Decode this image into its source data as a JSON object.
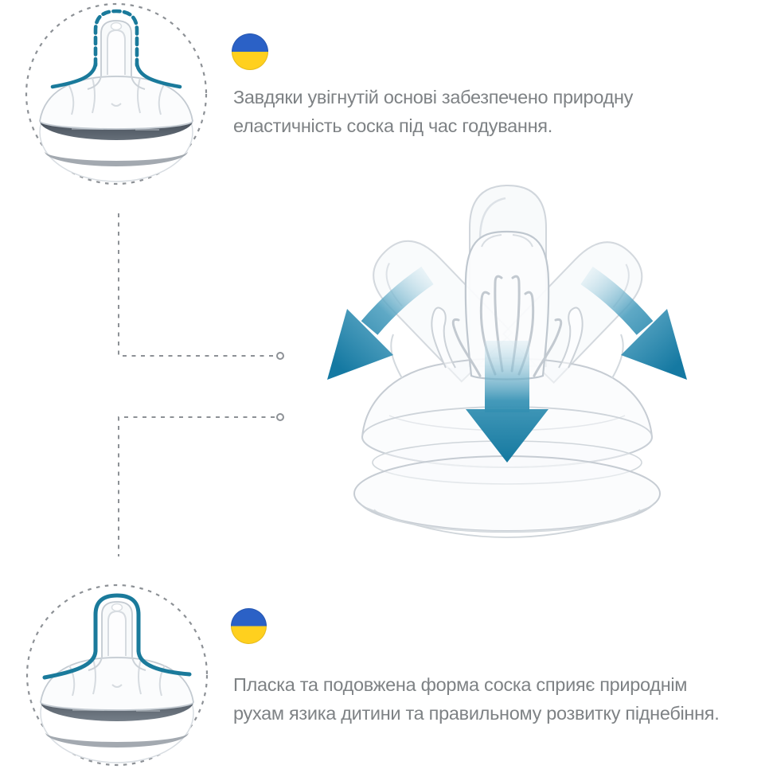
{
  "page": {
    "background": "#ffffff",
    "description": "Baby bottle teat infographic with Ukrainian feature callouts"
  },
  "colors": {
    "teal_accent": "#1A7A9B",
    "arrow_teal": "#1579A2",
    "outline_gray": "#C6CCD3",
    "band_dark": "#49525C",
    "band_light": "#99A0A7",
    "text_gray": "#7E8285",
    "dash_gray": "#8D9196",
    "flag_blue": "#2B61C6",
    "flag_yellow": "#FFD01E"
  },
  "features": [
    {
      "id": "concave-base",
      "icon": "ukraine-flag-icon",
      "vignette_icon": "teat-profile-dashed-outline-icon",
      "text": "Завдяки увігнутій основі забезпечено природну еластичність соска під час годування.",
      "lines": [
        "Завдяки увігнутій основі забезпечено природну",
        "еластичність соска під час годування."
      ]
    },
    {
      "id": "flat-elongated-shape",
      "icon": "ukraine-flag-icon",
      "vignette_icon": "teat-profile-solid-outline-icon",
      "text": "Пласка та подовжена форма соска сприяє природнім рухам язика дитини та правильному розвитку піднебіння.",
      "lines": [
        "Пласка та подовжена форма соска сприяє природнім",
        "рухам язика дитини та правильному розвитку піднебіння."
      ]
    }
  ],
  "illustration": {
    "name": "flexible-teat-bending-directions",
    "arrow_icons": [
      "curved-arrow-down-left-icon",
      "straight-arrow-down-icon",
      "curved-arrow-down-right-icon"
    ]
  }
}
